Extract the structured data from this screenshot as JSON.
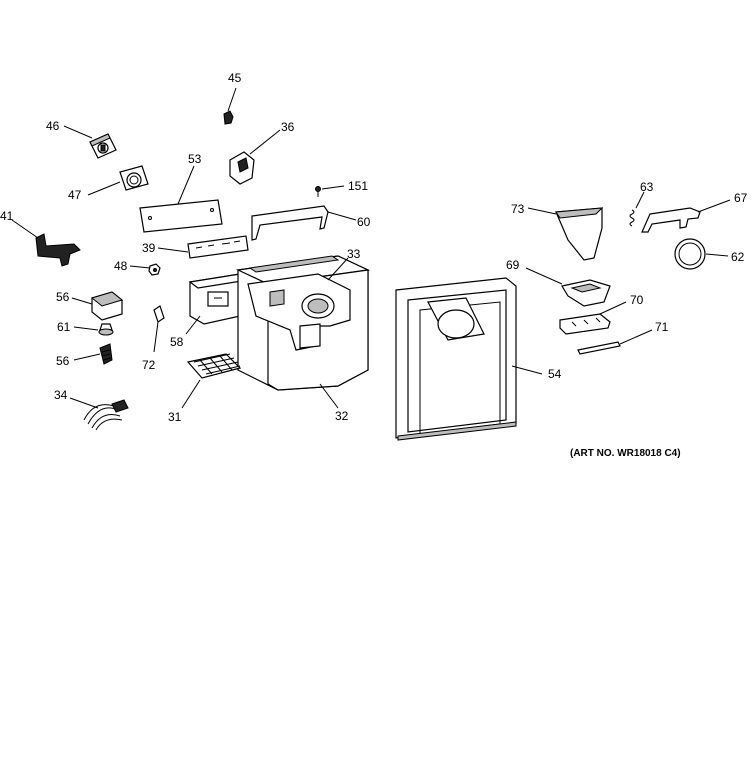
{
  "art_number": "(ART NO. WR18018 C4)",
  "callouts": {
    "c45": "45",
    "c46": "46",
    "c36": "36",
    "c53": "53",
    "c151": "151",
    "c47": "47",
    "c41": "41",
    "c60": "60",
    "c39": "39",
    "c33": "33",
    "c48": "48",
    "c56a": "56",
    "c61": "61",
    "c56b": "56",
    "c58": "58",
    "c72": "72",
    "c34": "34",
    "c31": "31",
    "c32": "32",
    "c73": "73",
    "c63": "63",
    "c67": "67",
    "c62": "62",
    "c69": "69",
    "c70": "70",
    "c71": "71",
    "c54": "54"
  }
}
